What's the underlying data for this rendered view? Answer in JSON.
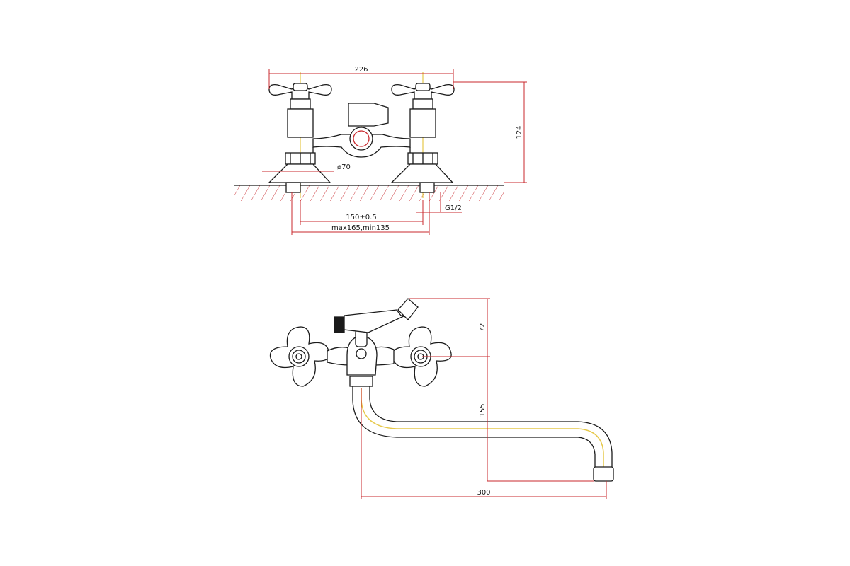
{
  "colors": {
    "outline": "#1a1a1a",
    "dimension": "#c8282d",
    "centerline": "#e6c84a",
    "hatch": "#c8282d"
  },
  "front_view": {
    "dim_overall_width": "226",
    "dim_height": "124",
    "dim_flange_diameter": "ø70",
    "dim_thread": "G1/2",
    "dim_center_distance": "150±0.5",
    "dim_adjust_range": "max165,min135"
  },
  "top_view": {
    "dim_lever_height": "72",
    "dim_spout_drop": "155",
    "dim_spout_reach": "300"
  }
}
